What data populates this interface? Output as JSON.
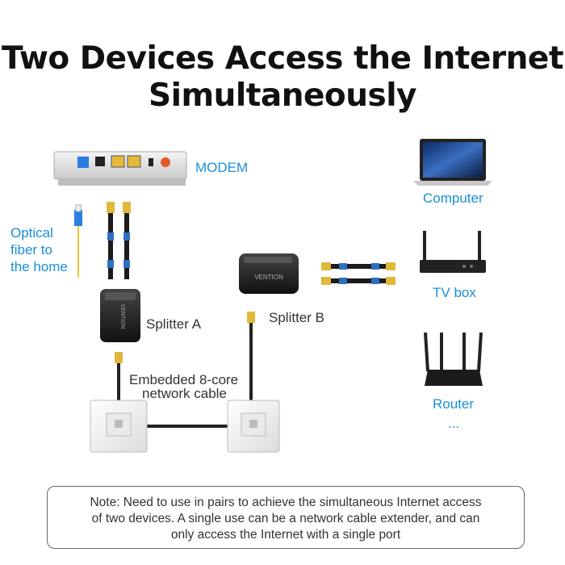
{
  "title": {
    "line1": "Two Devices Access the Internet",
    "line2": "Simultaneously"
  },
  "labels": {
    "modem": "MODEM",
    "optical": [
      "Optical",
      "fiber to",
      "the home"
    ],
    "splitter_a": "Splitter A",
    "splitter_b": "Splitter B",
    "embedded": [
      "Embedded 8-core",
      "network cable"
    ],
    "computer": "Computer",
    "tv_box": "TV box",
    "router": "Router",
    "more": "..."
  },
  "brand_text": "VENTION",
  "note": {
    "line1": "Note: Need to use in pairs to achieve the simultaneous Internet access",
    "line2": "of two devices. A single use can be a network cable extender, and can",
    "line3": "only access the Internet with a single port"
  },
  "colors": {
    "label_blue": "#1a8fd6",
    "connector_gold": "#e0b83a",
    "cable_blue": "#2e6fc2",
    "fiber_yellow": "#f1c23c"
  }
}
